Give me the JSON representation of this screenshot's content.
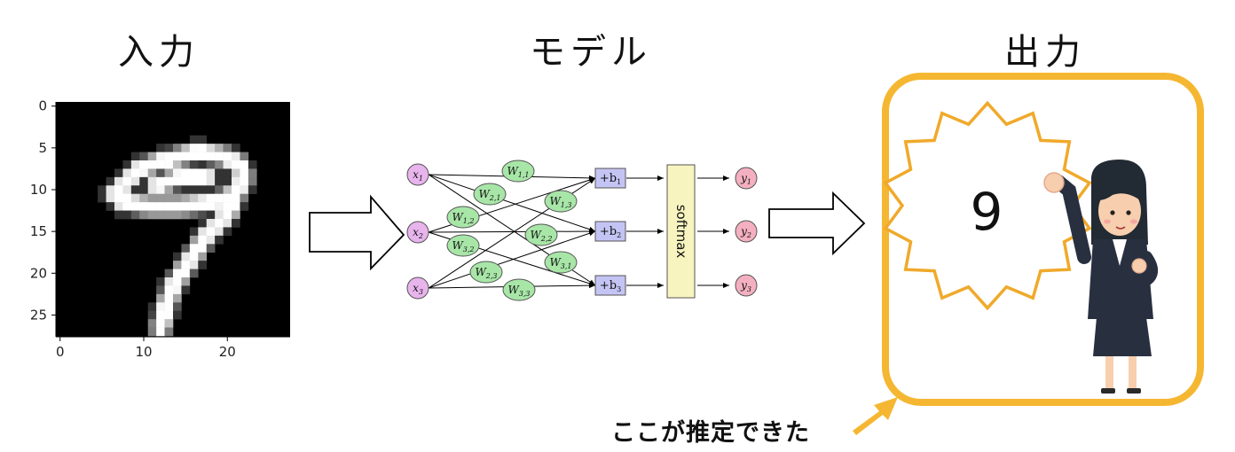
{
  "headings": {
    "input": "入力",
    "model": "モデル",
    "output": "出力"
  },
  "mnist_axes": {
    "y_ticks": [
      "0",
      "5",
      "10",
      "15",
      "20",
      "25"
    ],
    "x_ticks": [
      "0",
      "10",
      "20"
    ]
  },
  "network": {
    "inputs": [
      {
        "sym": "x",
        "sub": "1"
      },
      {
        "sym": "x",
        "sub": "2"
      },
      {
        "sym": "x",
        "sub": "3"
      }
    ],
    "weights": [
      {
        "sym": "W",
        "sub": "1,1"
      },
      {
        "sym": "W",
        "sub": "2,1"
      },
      {
        "sym": "W",
        "sub": "1,2"
      },
      {
        "sym": "W",
        "sub": "1,3"
      },
      {
        "sym": "W",
        "sub": "3,2"
      },
      {
        "sym": "W",
        "sub": "2,2"
      },
      {
        "sym": "W",
        "sub": "3,1"
      },
      {
        "sym": "W",
        "sub": "2,3"
      },
      {
        "sym": "W",
        "sub": "3,3"
      }
    ],
    "biases": [
      {
        "sym": "+b",
        "sub": "1"
      },
      {
        "sym": "+b",
        "sub": "2"
      },
      {
        "sym": "+b",
        "sub": "3"
      }
    ],
    "softmax_label": "softmax",
    "outputs": [
      {
        "sym": "y",
        "sub": "1"
      },
      {
        "sym": "y",
        "sub": "2"
      },
      {
        "sym": "y",
        "sub": "3"
      }
    ]
  },
  "output_panel": {
    "prediction": "9"
  },
  "caption": "ここが推定できた",
  "colors": {
    "input_node": "#e8b4ec",
    "weight_node": "#a8e6a8",
    "bias_box": "#c4c4f4",
    "softmax_box": "#f8f4c0",
    "output_node": "#f4b0c0",
    "highlight": "#f5b731",
    "burst_stroke": "#f0a92a"
  }
}
